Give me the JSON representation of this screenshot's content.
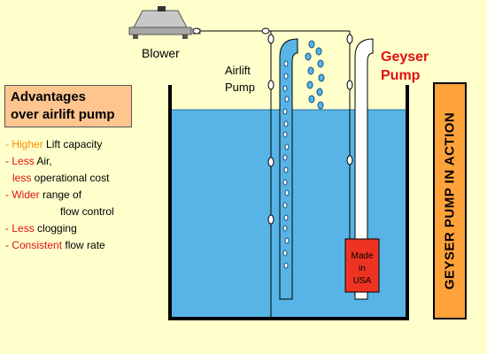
{
  "blower": {
    "label": "Blower"
  },
  "airlift_pump": {
    "label_line1": "Airlift",
    "label_line2": "Pump"
  },
  "geyser_pump": {
    "label_line1": "Geyser",
    "label_line2": "Pump",
    "color": "#e01010"
  },
  "advantages": {
    "title_line1": "Advantages",
    "title_line2": "over airlift pump",
    "box_color": "#ffc58f",
    "items": [
      {
        "dash": "- ",
        "key": "Higher",
        "rest": " Lift capacity",
        "key_color": "orange"
      },
      {
        "dash": "- ",
        "key": "Less",
        "rest": " Air,"
      },
      {
        "key": "less",
        "rest": " operational cost"
      },
      {
        "dash": "- ",
        "key": "Wider",
        "rest": " range of"
      },
      {
        "rest": "flow control"
      },
      {
        "dash": "- ",
        "key": "Less",
        "rest": " clogging"
      },
      {
        "dash": "- ",
        "key": "Consistent",
        "rest": " flow rate"
      }
    ]
  },
  "vertical_title": {
    "text": "GEYSER PUMP IN ACTION",
    "box_color": "#ffa23a"
  },
  "made_in": {
    "line1": "Made",
    "line2": "in",
    "line3": "USA",
    "box_color": "#ee3322"
  },
  "colors": {
    "background": "#ffffcc",
    "water": "#58b4e6",
    "pipe": "#ffffff"
  }
}
